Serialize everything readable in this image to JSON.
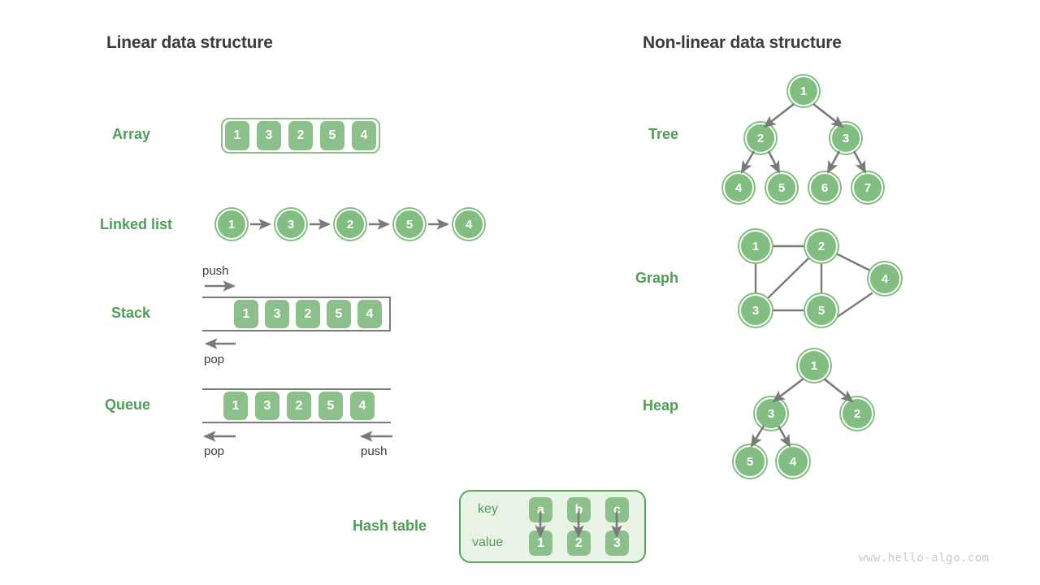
{
  "headings": {
    "left": "Linear data structure",
    "right": "Non-linear data structure"
  },
  "labels": {
    "array": "Array",
    "linked_list": "Linked list",
    "stack": "Stack",
    "queue": "Queue",
    "hash_table": "Hash table",
    "tree": "Tree",
    "graph": "Graph",
    "heap": "Heap"
  },
  "colors": {
    "node_green": "#82bd82",
    "cell_green": "#8cc08a",
    "label_green": "#4f9e57",
    "panel_green": "#e8f3e6",
    "panel_border": "#5aa45f",
    "arrow_gray": "#7a7a7a",
    "heading_gray": "#3c3c3c",
    "watermark_gray": "#c9c9c9"
  },
  "array": {
    "values": [
      "1",
      "3",
      "2",
      "5",
      "4"
    ]
  },
  "linked_list": {
    "values": [
      "1",
      "3",
      "2",
      "5",
      "4"
    ]
  },
  "stack": {
    "values": [
      "1",
      "3",
      "2",
      "5",
      "4"
    ],
    "push_label": "push",
    "pop_label": "pop"
  },
  "queue": {
    "values": [
      "1",
      "3",
      "2",
      "5",
      "4"
    ],
    "pop_label": "pop",
    "push_label": "push"
  },
  "hash_table": {
    "key_label": "key",
    "value_label": "value",
    "keys": [
      "a",
      "b",
      "c"
    ],
    "values": [
      "1",
      "2",
      "3"
    ]
  },
  "tree": {
    "nodes": [
      "1",
      "2",
      "3",
      "4",
      "5",
      "6",
      "7"
    ]
  },
  "graph": {
    "nodes": [
      "1",
      "2",
      "4",
      "3",
      "5"
    ],
    "edges": [
      "1-2",
      "1-3",
      "2-3",
      "2-5",
      "2-4",
      "3-5",
      "5-4"
    ]
  },
  "heap": {
    "nodes": [
      "1",
      "3",
      "2",
      "5",
      "4"
    ]
  },
  "watermark": "www.hello-algo.com"
}
